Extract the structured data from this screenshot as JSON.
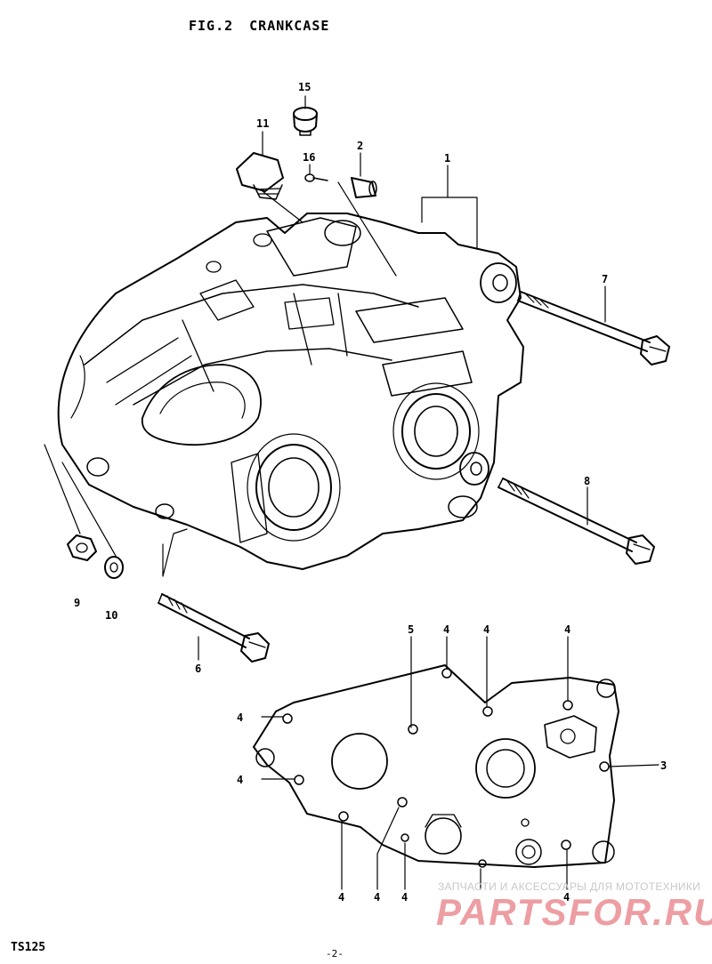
{
  "figure": {
    "number": "FIG.2",
    "title": "CRANKCASE"
  },
  "callouts": {
    "c1": "1",
    "c2": "2",
    "c3": "3",
    "c4a": "4",
    "c4b": "4",
    "c4c": "4",
    "c4d": "4",
    "c4e": "4",
    "c4f": "4",
    "c4g": "4",
    "c4h": "4",
    "c4i": "4",
    "c5": "5",
    "c6": "6",
    "c7": "7",
    "c8": "8",
    "c9": "9",
    "c10": "10",
    "c11": "11",
    "c15": "15",
    "c16": "16"
  },
  "footer": {
    "model": "TS125",
    "page": "-2-"
  },
  "watermark": {
    "caption": "ЗАПЧАСТИ И АКСЕССУАРЫ ДЛЯ МОТОТЕХНИКИ",
    "logo": "PARTSFOR.RU"
  },
  "colors": {
    "ink": "#000000",
    "watermark_logo": "#d72832",
    "watermark_caption": "#c8c8c8"
  }
}
